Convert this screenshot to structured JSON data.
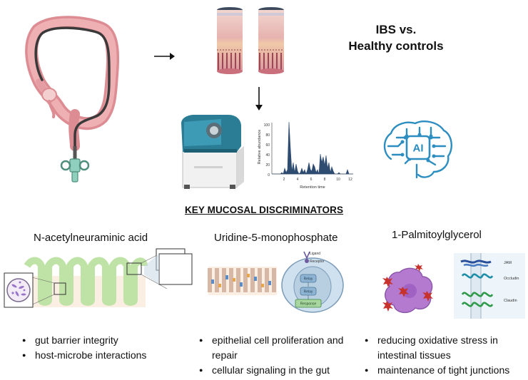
{
  "header": {
    "title_line1": "IBS vs.",
    "title_line2": "Healthy controls"
  },
  "chromatogram": {
    "ylabel": "Relative abundance",
    "xlabel": "Retention time",
    "y_ticks": [
      "0",
      "20",
      "40",
      "60",
      "80",
      "100"
    ],
    "x_ticks": [
      "2",
      "4",
      "6",
      "8",
      "10",
      "12"
    ]
  },
  "ai_chip": {
    "label": "AI"
  },
  "section_heading": "KEY MUCOSAL DISCRIMINATORS",
  "metabolites": [
    {
      "name": "N-acetylneuraminic acid",
      "bullets": [
        "gut barrier integrity",
        "host-microbe interactions"
      ]
    },
    {
      "name": "Uridine-5-monophosphate",
      "bullets": [
        "epithelial cell proliferation and repair",
        "cellular signaling in the gut"
      ],
      "diagram_labels": {
        "ligand": "Ligand",
        "receptor": "Receptor",
        "relay1": "Relay",
        "relay2": "Relay",
        "response": "Response"
      }
    },
    {
      "name": "1-Palmitoylglycerol",
      "bullets": [
        "reducing oxidative stress in intestinal tissues",
        "maintenance of tight junctions"
      ],
      "diagram_labels": {
        "jam": "JAM",
        "occludin": "Occludin",
        "claudin": "Claudin"
      }
    }
  ],
  "colors": {
    "colon": "#e8a0a0",
    "colon_dark": "#d9848a",
    "scope": "#3a3a3a",
    "handle": "#8fd0bd",
    "instrument_teal": "#2a7d95",
    "chromatogram_fill": "#2e4b70",
    "ai_blue": "#2c8ec0",
    "villi_green": "#bfe3a6",
    "cell_purple": "#b37ad0",
    "ros_red": "#c8322c",
    "junction_panel": "#eef5fa"
  }
}
